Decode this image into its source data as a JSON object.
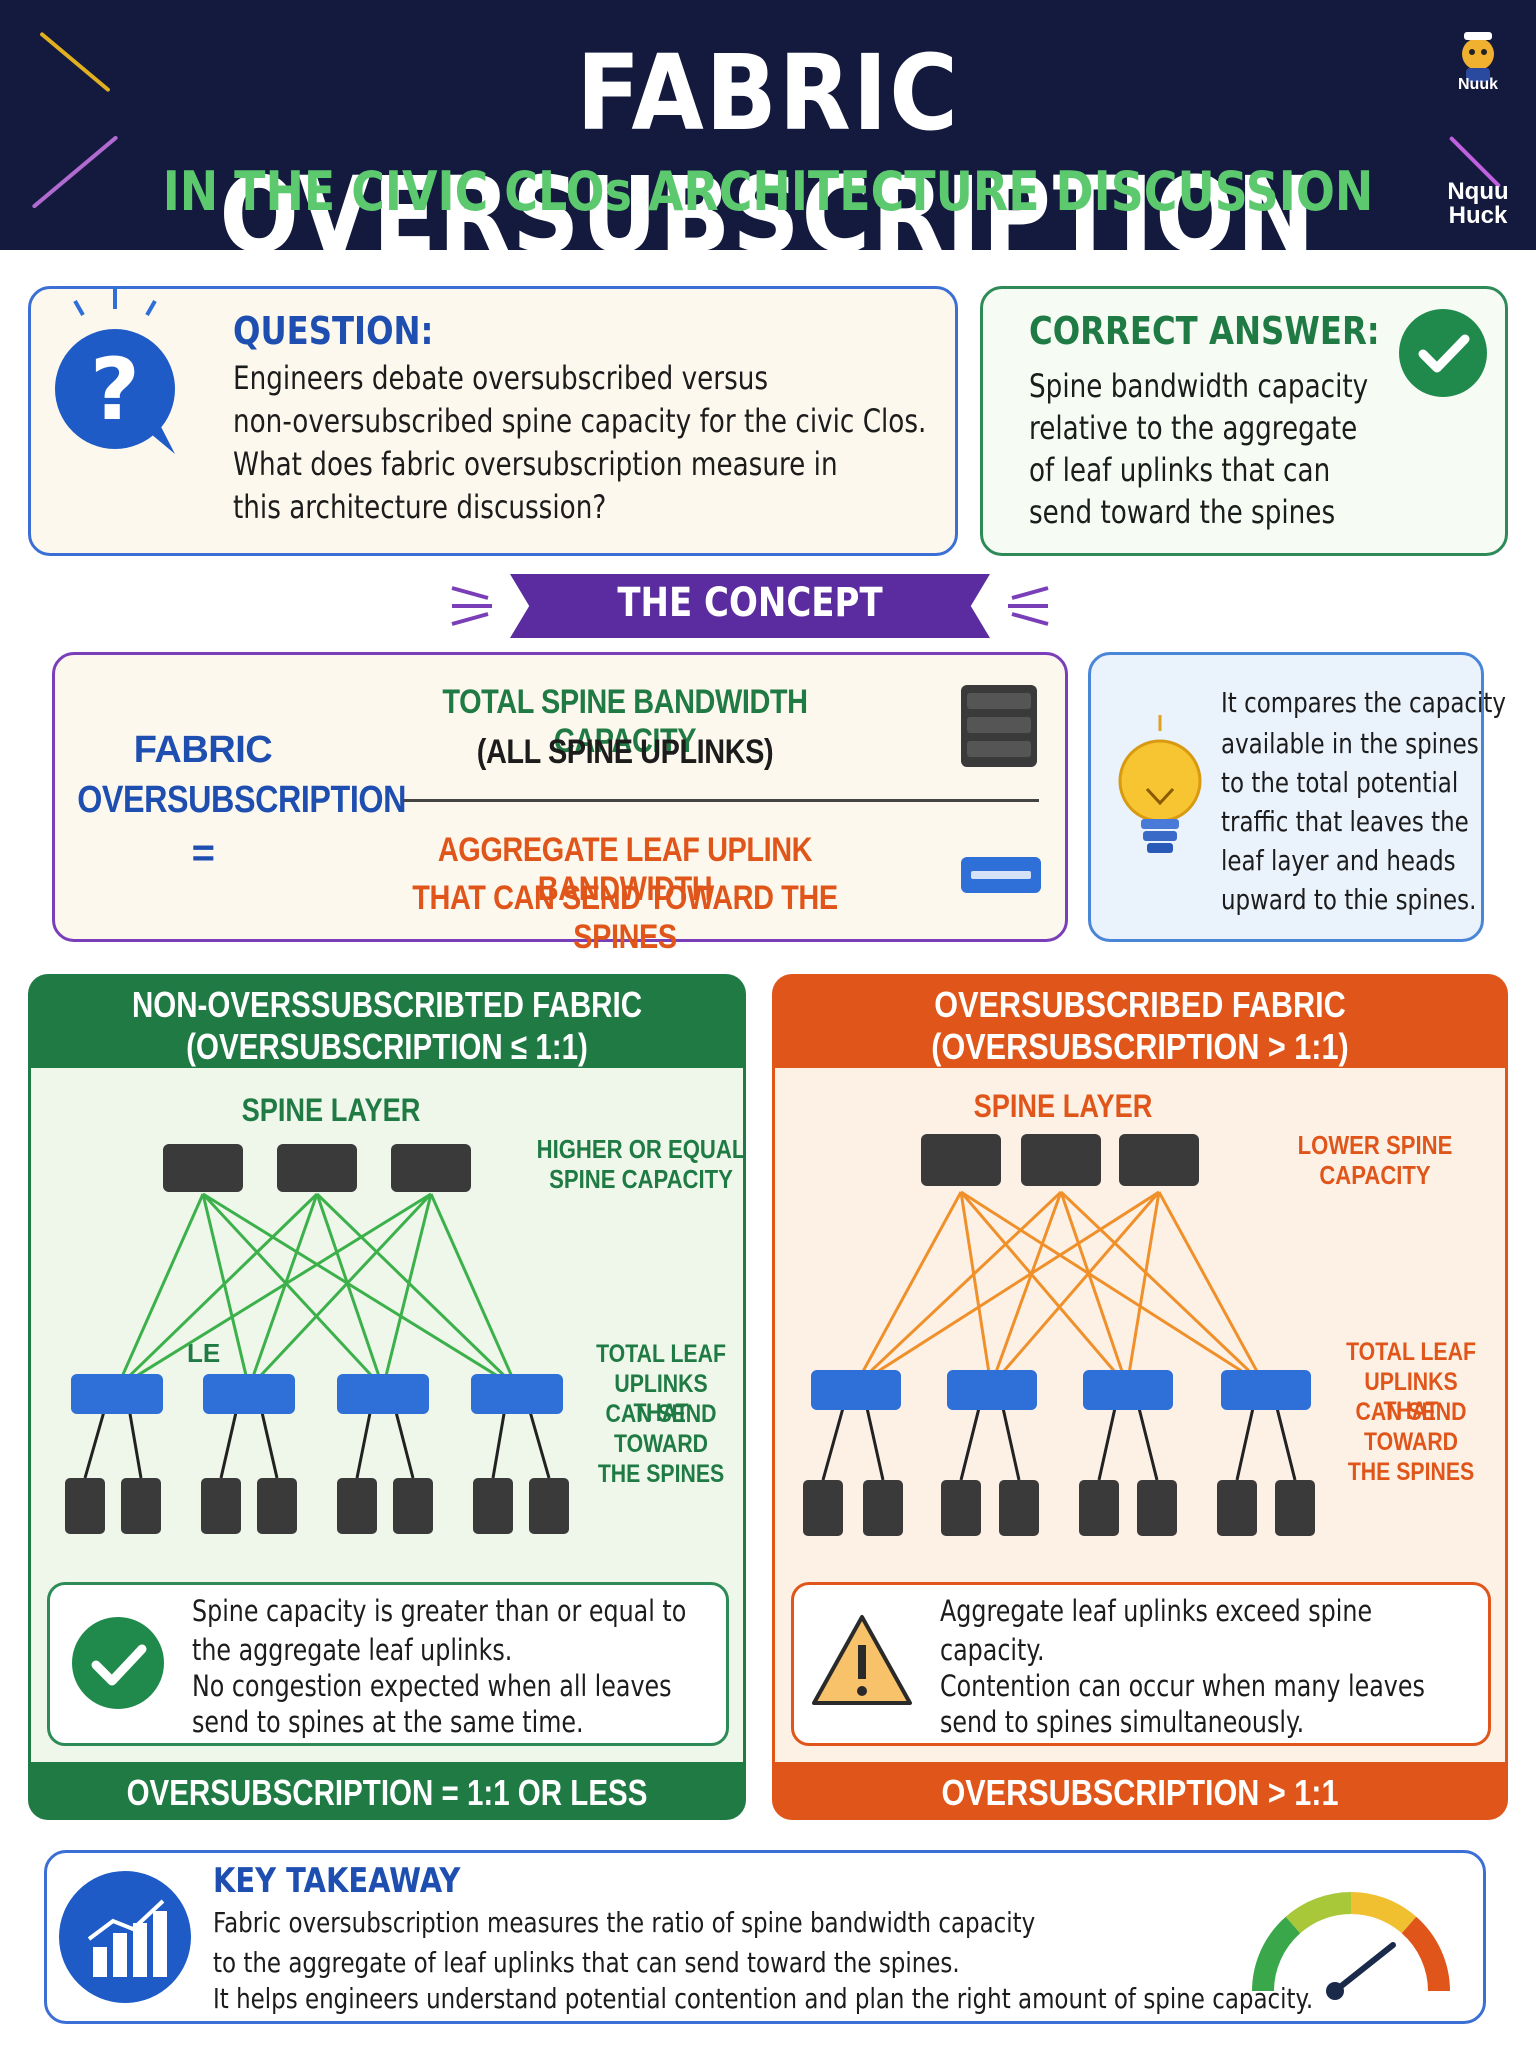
{
  "header": {
    "title": "FABRIC OVERSUBSCRIPTION",
    "subtitle": "IN THE CIVIC CLOs ARCHITECTURE DISCUSSION",
    "logo_top": "Nuuk",
    "logo_bottom": "Nquu\nHuck"
  },
  "question": {
    "heading": "QUESTION:",
    "lines": [
      "Engineers debate oversubscribed versus",
      "non-oversubscribed spine capacity for the civic Clos.",
      "What does fabric oversubscription measure in",
      "this architecture discussion?"
    ]
  },
  "answer": {
    "heading": "CORRECT ANSWER:",
    "lines": [
      "Spine bandwidth capacity",
      "relative to the aggregate",
      "of leaf uplinks that can",
      "send toward the spines"
    ]
  },
  "concept": {
    "banner": "THE CONCEPT",
    "lhs_line1": "FABRIC",
    "lhs_line2": "OVERSUBSCRIPTION",
    "equals": "=",
    "numerator_line1": "TOTAL SPINE BANDWIDTH CAPACITY",
    "numerator_line2": "(ALL SPINE UPLINKS)",
    "denominator_line1": "AGGREGATE LEAF UPLINK BANDWIDTH",
    "denominator_line2": "THAT CAN SEND TOWARD THE SPINES",
    "idea_lines": [
      "It compares the capacity",
      "available in the spines",
      "to the total potential",
      "traffic that leaves the",
      "leaf layer and heads",
      "upward to thie spines."
    ]
  },
  "non_over": {
    "title1": "NON-OVERSSUBSCRIBTED FABRIC",
    "title2": "(OVERSUBSCRIPTION ≤ 1:1)",
    "spine_label": "SPINE LAYER",
    "spine_note1": "HIGHER OR EQUAL",
    "spine_note2": "SPINE CAPACITY",
    "leaf_stub": "LE",
    "leaf_note": [
      "TOTAL LEAF",
      "UPLINKS THAT",
      "CAN SEND",
      "TOWARD",
      "THE SPINES"
    ],
    "box_lines": [
      "Spine capacity is greater than or equal to",
      "the aggregate leaf uplinks.",
      "No congestion expected when all leaves",
      "send to spines at the same time."
    ],
    "footer": "OVERSUBSCRIPTION = 1:1 OR LESS"
  },
  "over": {
    "title1": "OVERSUBSCRIBED FABRIC",
    "title2": "(OVERSUBSCRIPTION > 1:1)",
    "spine_label": "SPINE LAYER",
    "spine_note1": "LOWER SPINE",
    "spine_note2": "CAPACITY",
    "leaf_note": [
      "TOTAL LEAF",
      "UPLINKS THAT",
      "CAN SEND",
      "TOWARD",
      "THE SPINES"
    ],
    "box_lines": [
      "Aggregate leaf uplinks exceed spine",
      "capacity.",
      "Contention can occur when many leaves",
      "send to spines simultaneously."
    ],
    "footer": "OVERSUBSCRIPTION > 1:1"
  },
  "takeaway": {
    "heading": "KEY TAKEAWAY",
    "lines": [
      "Fabric oversubscription measures the ratio of spine bandwidth capacity",
      "to the aggregate of leaf uplinks that can send toward the spines.",
      "It helps engineers understand potential contention and plan the right amount of spine capacity."
    ]
  },
  "colors": {
    "navy": "#131a3d",
    "green": "#1f8a4c",
    "orange": "#e0561a",
    "purple": "#5b2ca0",
    "blue": "#2f6fd8"
  }
}
